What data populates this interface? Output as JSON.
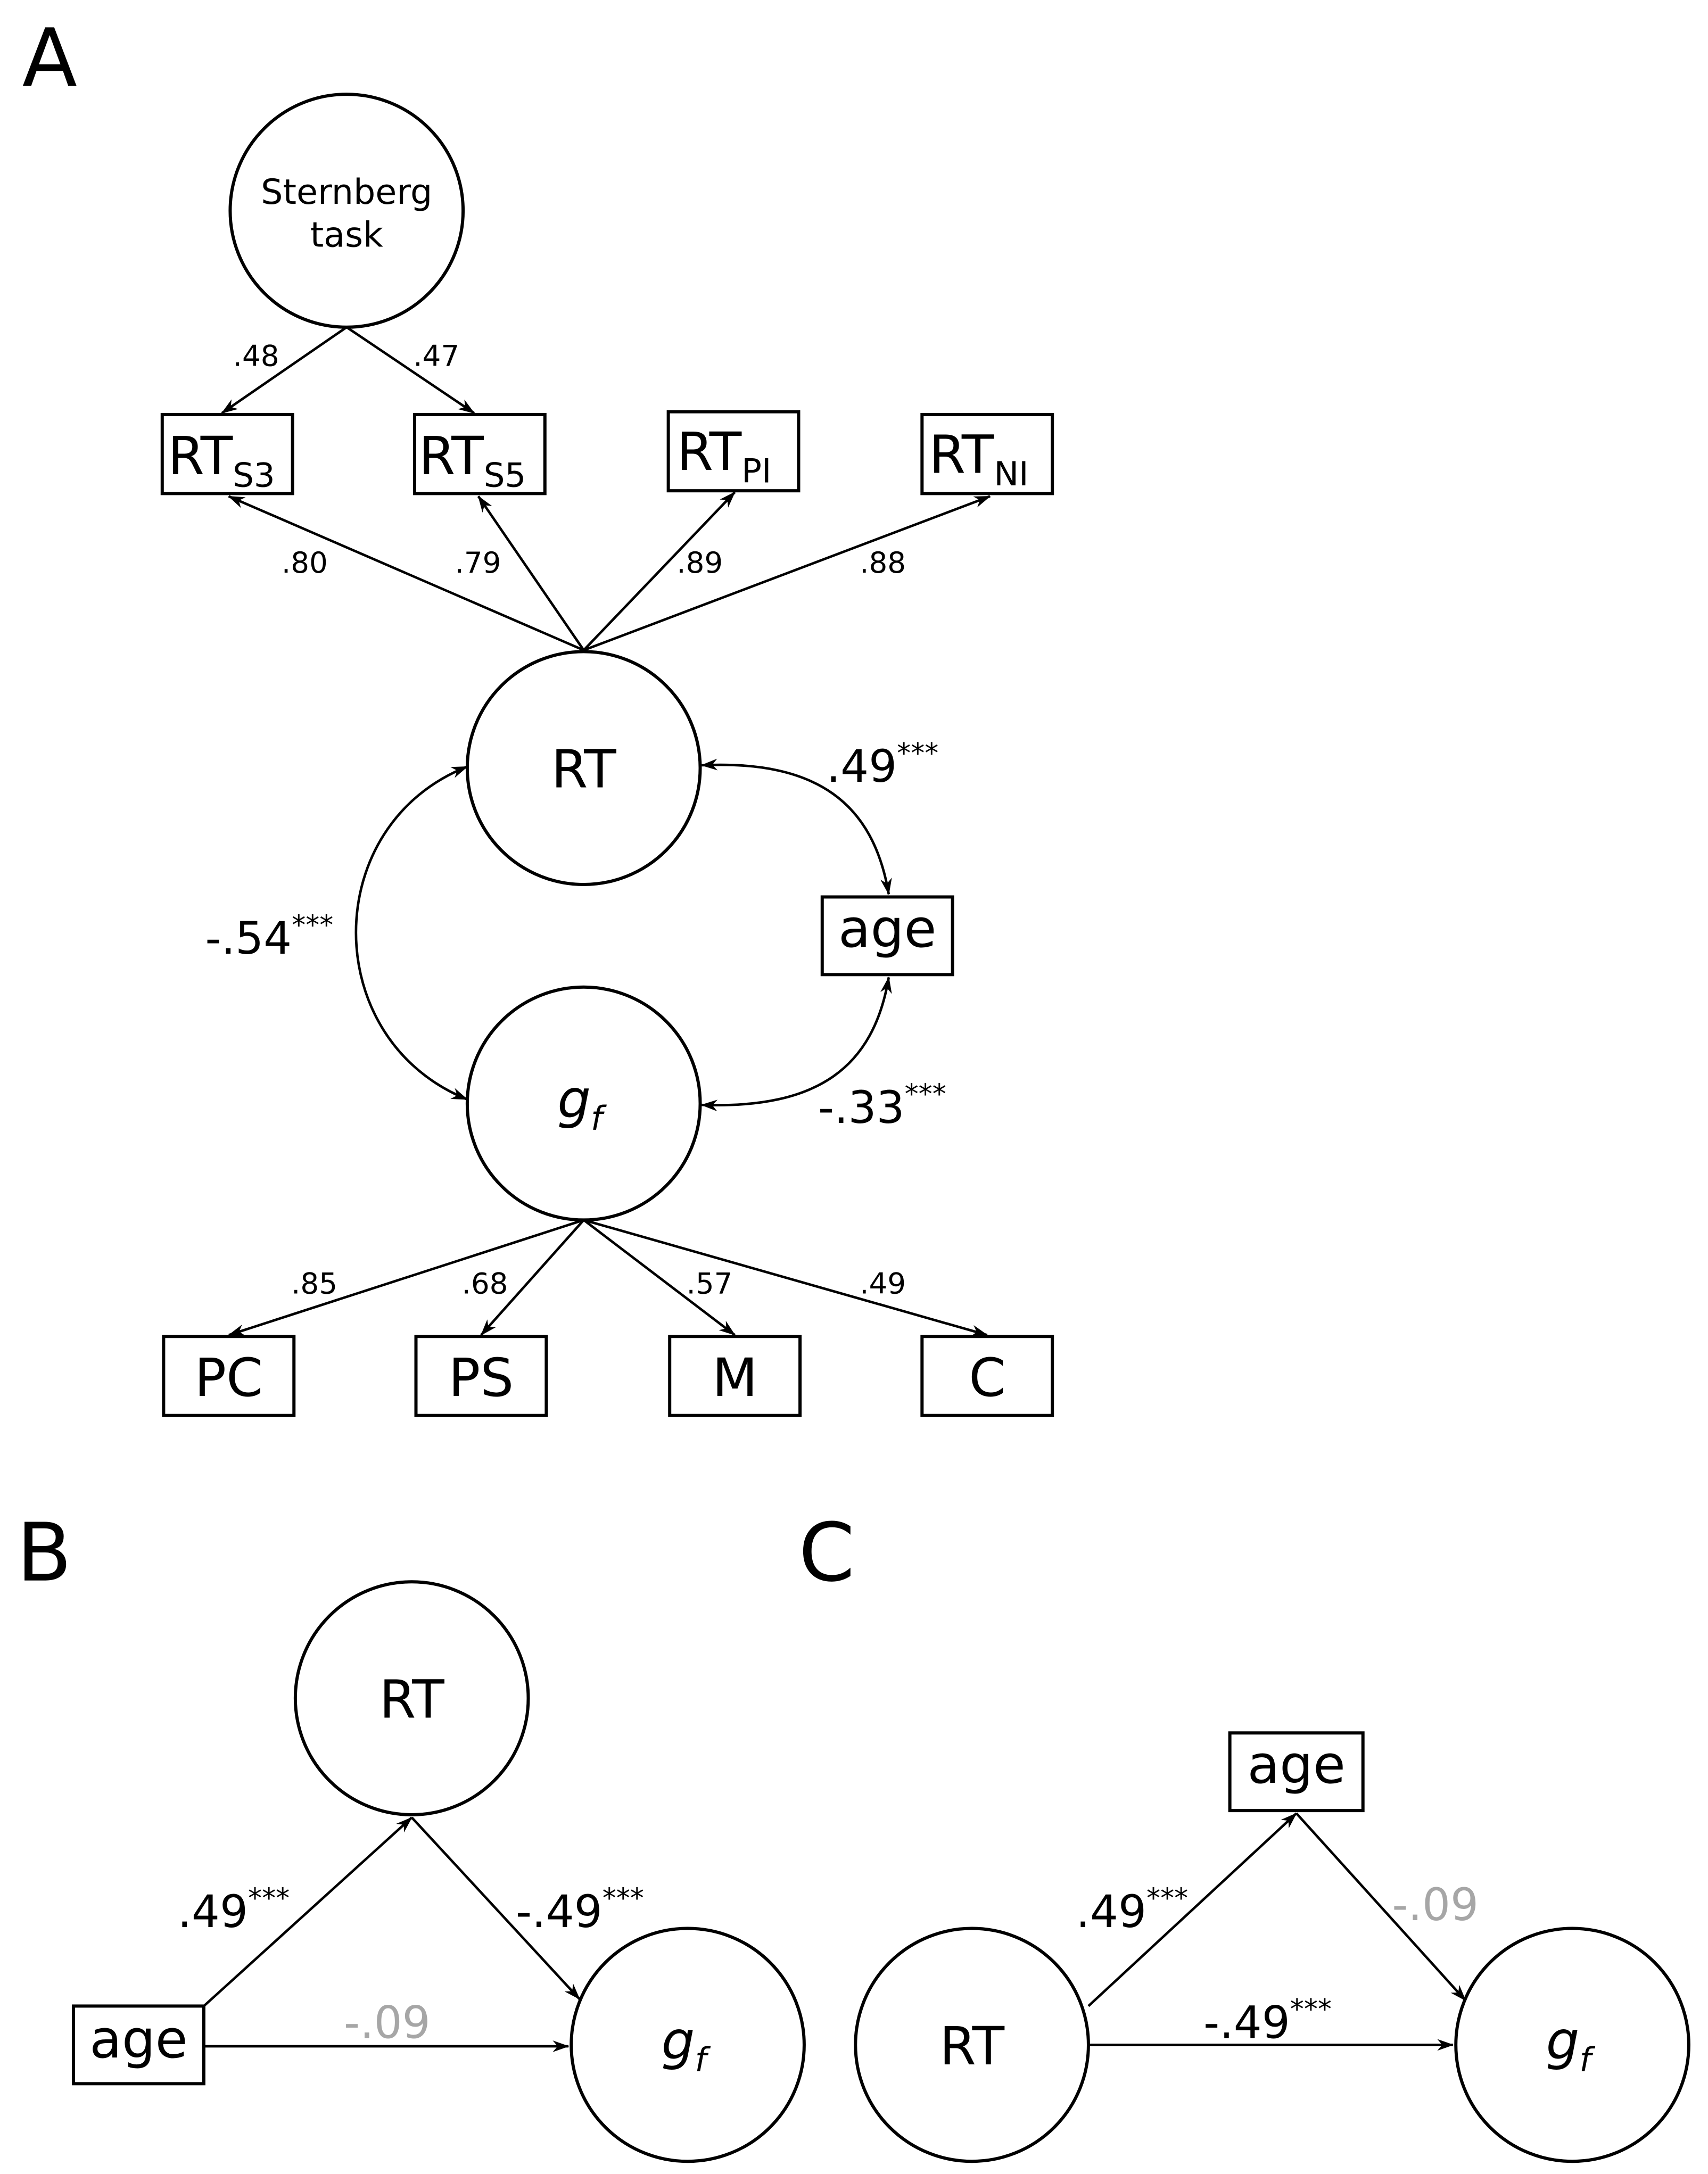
{
  "panels": {
    "a": "A",
    "b": "B",
    "c": "C"
  },
  "panel_a": {
    "sternberg": {
      "line1": "Sternberg",
      "line2": "task"
    },
    "rt_s3": {
      "main": "RT",
      "sub": "S3"
    },
    "rt_s5": {
      "main": "RT",
      "sub": "S5"
    },
    "rt_pi": {
      "main": "RT",
      "sub": "PI"
    },
    "rt_ni": {
      "main": "RT",
      "sub": "NI"
    },
    "rt": "RT",
    "gf": {
      "main": "g",
      "sub": "f"
    },
    "age": "age",
    "pc": "PC",
    "ps": "PS",
    "m": "M",
    "c": "C",
    "load_sternberg_s3": ".48",
    "load_sternberg_s5": ".47",
    "load_rt_s3": ".80",
    "load_rt_s5": ".79",
    "load_rt_pi": ".89",
    "load_rt_ni": ".88",
    "cov_rt_age": {
      "value": ".49",
      "stars": "***"
    },
    "cov_rt_gf": {
      "value": "-.54",
      "stars": "***"
    },
    "cov_gf_age": {
      "value": "-.33",
      "stars": "***"
    },
    "load_gf_pc": ".85",
    "load_gf_ps": ".68",
    "load_gf_m": ".57",
    "load_gf_c": ".49"
  },
  "panel_b": {
    "rt": "RT",
    "age": "age",
    "gf": {
      "main": "g",
      "sub": "f"
    },
    "path_age_rt": {
      "value": ".49",
      "stars": "***"
    },
    "path_rt_gf": {
      "value": "-.49",
      "stars": "***"
    },
    "path_age_gf": "-.09"
  },
  "panel_c": {
    "rt": "RT",
    "age": "age",
    "gf": {
      "main": "g",
      "sub": "f"
    },
    "path_rt_age": {
      "value": ".49",
      "stars": "***"
    },
    "path_age_gf": "-.09",
    "path_rt_gf": {
      "value": "-.49",
      "stars": "***"
    }
  },
  "colors": {
    "line": "#000000",
    "nonsignificant": "#a6a6a6"
  }
}
